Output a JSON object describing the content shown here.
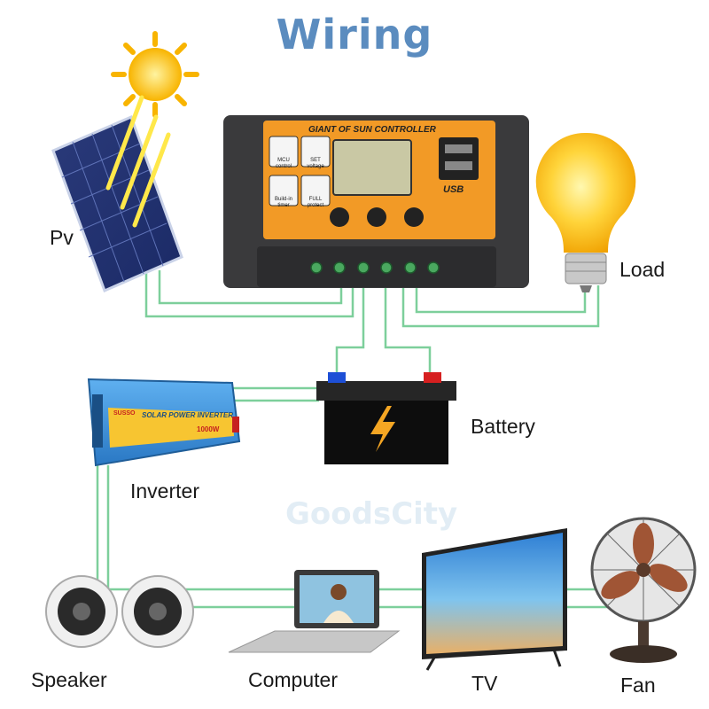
{
  "title": "Wiring",
  "controller": {
    "brand": "GIANT OF SUN CONTROLLER",
    "usb_label": "USB",
    "features": [
      "MCU control",
      "SET voltage",
      "Build-in timer",
      "FULL protect"
    ]
  },
  "inverter": {
    "brand": "SUSSO",
    "model": "SOLAR POWER INVERTER",
    "rating": "1000W"
  },
  "labels": {
    "pv": "Pv",
    "load": "Load",
    "battery": "Battery",
    "inverter": "Inverter",
    "speaker": "Speaker",
    "computer": "Computer",
    "tv": "TV",
    "fan": "Fan"
  },
  "watermark": "GoodsCity",
  "colors": {
    "title": "#5b8cbf",
    "wire": "#7dcf9b",
    "controller_orange": "#f29a26",
    "battery_accent": "#f5a623",
    "inverter_blue": "#3d8fd6"
  }
}
